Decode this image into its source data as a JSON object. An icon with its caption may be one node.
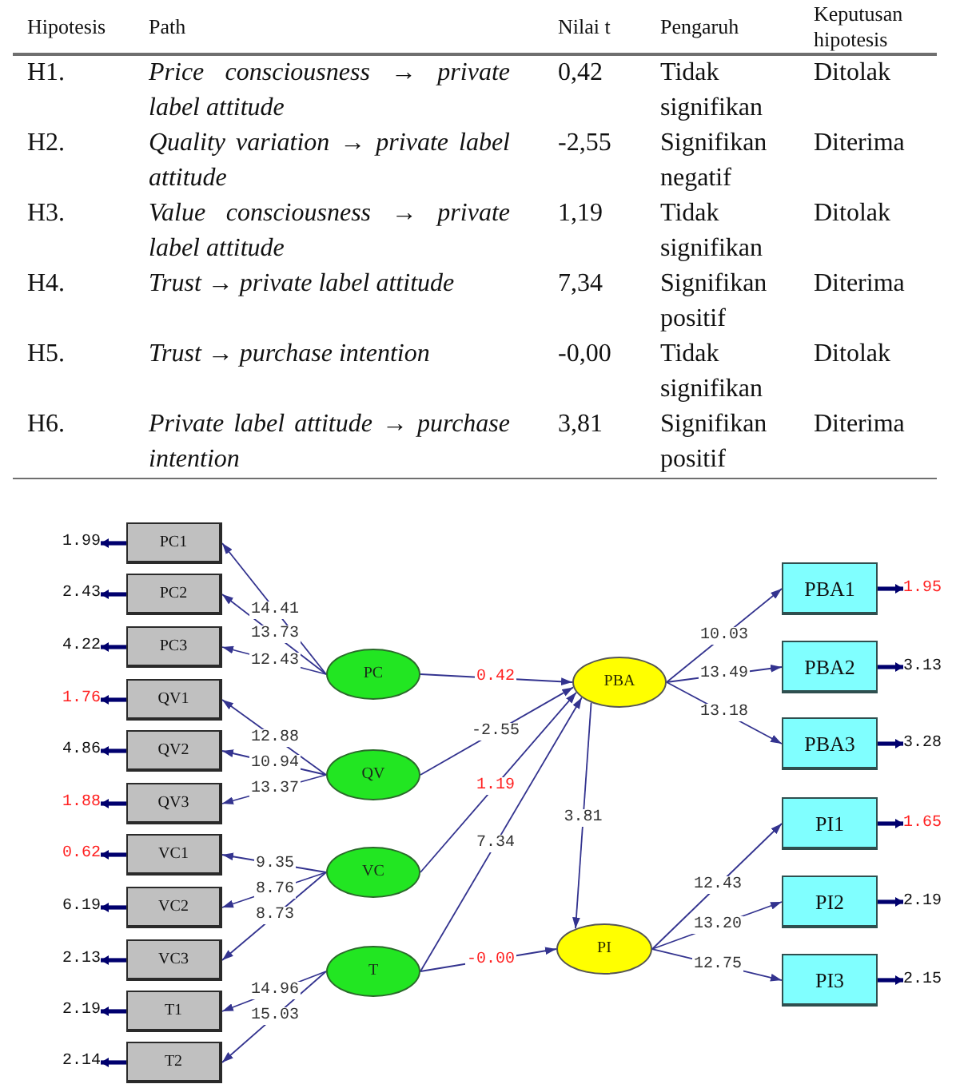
{
  "diagram": {
    "nodes": [
      {
        "text": [
          "1.99"
        ]
      },
      {
        "text": [
          "2.43"
        ]
      },
      {
        "text": [
          "4.22"
        ]
      },
      {
        "text": [
          "1.76"
        ]
      },
      {
        "text": [
          "4.86"
        ]
      },
      {
        "text": [
          "1.88"
        ]
      },
      {
        "text": [
          "0.62"
        ]
      },
      {
        "text": [
          "6.19"
        ]
      },
      {
        "text": [
          "2.13"
        ]
      },
      {
        "text": [
          "2.19"
        ]
      },
      {
        "text": [
          "2.14"
        ]
      },
      {
        "text": [
          "PC1"
        ]
      },
      {
        "text": [
          "PC2"
        ]
      },
      {
        "text": [
          "PC3"
        ]
      },
      {
        "text": [
          "QV1"
        ]
      },
      {
        "text": [
          "QV2"
        ]
      },
      {
        "text": [
          "QV3"
        ]
      },
      {
        "text": [
          "VC1"
        ]
      },
      {
        "text": [
          "VC2"
        ]
      },
      {
        "text": [
          "VC3"
        ]
      },
      {
        "text": [
          "T1"
        ]
      },
      {
        "text": [
          "T2"
        ]
      },
      {
        "text": [
          "PC"
        ]
      },
      {
        "text": [
          "QV"
        ]
      },
      {
        "text": [
          "VC"
        ]
      },
      {
        "text": [
          "T"
        ]
      },
      {
        "text": [
          "PBA"
        ]
      },
      {
        "text": [
          "PI"
        ]
      },
      {
        "text": [
          "PBA1"
        ]
      },
      {
        "text": [
          "PBA2"
        ]
      },
      {
        "text": [
          "PBA3"
        ]
      },
      {
        "text": [
          "PI1"
        ]
      },
      {
        "text": [
          "PI2"
        ]
      },
      {
        "text": [
          "PI3"
        ]
      },
      {
        "text": [
          "1.95"
        ]
      },
      {
        "text": [
          "3.13"
        ]
      },
      {
        "text": [
          "3.28"
        ]
      },
      {
        "text": [
          "1.65"
        ]
      },
      {
        "text": [
          "2.19"
        ]
      },
      {
        "text": [
          "2.15"
        ]
      }
    ],
    "edges": [
      {
        "from": 22,
        "to": 11,
        "arrow": "to",
        "label": "14.41"
      },
      {
        "from": 22,
        "to": 12,
        "arrow": "to",
        "label": "13.73"
      },
      {
        "from": 22,
        "to": 13,
        "arrow": "to",
        "label": "12.43"
      },
      {
        "from": 23,
        "to": 14,
        "arrow": "to",
        "label": "12.88"
      },
      {
        "from": 23,
        "to": 15,
        "arrow": "to",
        "label": "10.94"
      },
      {
        "from": 23,
        "to": 16,
        "arrow": "to",
        "label": "13.37"
      },
      {
        "from": 24,
        "to": 17,
        "arrow": "to",
        "label": "9.35"
      },
      {
        "from": 24,
        "to": 18,
        "arrow": "to",
        "label": "8.76"
      },
      {
        "from": 24,
        "to": 19,
        "arrow": "to",
        "label": "8.73"
      },
      {
        "from": 25,
        "to": 20,
        "arrow": "to",
        "label": "14.96"
      },
      {
        "from": 25,
        "to": 21,
        "arrow": "to",
        "label": "15.03"
      },
      {
        "from": 22,
        "to": 26,
        "arrow": "to",
        "label": "0.42"
      },
      {
        "from": 23,
        "to": 26,
        "arrow": "to",
        "label": "-2.55"
      },
      {
        "from": 24,
        "to": 26,
        "arrow": "to",
        "label": "1.19"
      },
      {
        "from": 25,
        "to": 26,
        "arrow": "to",
        "label": "7.34"
      },
      {
        "from": 25,
        "to": 27,
        "arrow": "to",
        "label": "-0.00"
      },
      {
        "from": 26,
        "to": 27,
        "arrow": "to",
        "label": "3.81"
      },
      {
        "from": 26,
        "to": 28,
        "arrow": "to",
        "label": "10.03"
      },
      {
        "from": 26,
        "to": 29,
        "arrow": "to",
        "label": "13.49"
      },
      {
        "from": 26,
        "to": 30,
        "arrow": "to",
        "label": "13.18"
      },
      {
        "from": 27,
        "to": 31,
        "arrow": "to",
        "label": "12.43"
      },
      {
        "from": 27,
        "to": 32,
        "arrow": "to",
        "label": "13.20"
      },
      {
        "from": 27,
        "to": 33,
        "arrow": "to",
        "label": "12.75"
      },
      {
        "from": 11,
        "to": 0,
        "arrow": "to",
        "style": "thick"
      },
      {
        "from": 12,
        "to": 1,
        "arrow": "to",
        "style": "thick"
      },
      {
        "from": 13,
        "to": 2,
        "arrow": "to",
        "style": "thick"
      },
      {
        "from": 14,
        "to": 3,
        "arrow": "to",
        "style": "thick"
      },
      {
        "from": 15,
        "to": 4,
        "arrow": "to",
        "style": "thick"
      },
      {
        "from": 16,
        "to": 5,
        "arrow": "to",
        "style": "thick"
      },
      {
        "from": 17,
        "to": 6,
        "arrow": "to",
        "style": "thick"
      },
      {
        "from": 18,
        "to": 7,
        "arrow": "to",
        "style": "thick"
      },
      {
        "from": 19,
        "to": 8,
        "arrow": "to",
        "style": "thick"
      },
      {
        "from": 20,
        "to": 9,
        "arrow": "to",
        "style": "thick"
      },
      {
        "from": 21,
        "to": 10,
        "arrow": "to",
        "style": "thick"
      },
      {
        "from": 28,
        "to": 34,
        "arrow": "to",
        "style": "thick"
      },
      {
        "from": 29,
        "to": 35,
        "arrow": "to",
        "style": "thick"
      },
      {
        "from": 30,
        "to": 36,
        "arrow": "to",
        "style": "thick"
      },
      {
        "from": 31,
        "to": 37,
        "arrow": "to",
        "style": "thick"
      },
      {
        "from": 32,
        "to": 38,
        "arrow": "to",
        "style": "thick"
      },
      {
        "from": 33,
        "to": 39,
        "arrow": "to",
        "style": "thick"
      }
    ],
    "labels": [
      "Hipotesis",
      "Path",
      "Nilai t",
      "Pengaruh",
      "Keputusan hipotesis",
      "H1.",
      "Price consciousness → private label attitude",
      "0,42",
      "Tidak signifikan",
      "Ditolak",
      "H2.",
      "Quality variation → private label attitude",
      "-2,55",
      "Signifikan negatif",
      "Diterima",
      "H3.",
      "Value consciousness → private label attitude",
      "1,19",
      "Tidak signifikan",
      "Ditolak",
      "H4.",
      "Trust → private label attitude",
      "7,34",
      "Signifikan positif",
      "Diterima",
      "H5.",
      "Trust → purchase intention",
      "-0,00",
      "Tidak signifikan",
      "Ditolak",
      "H6.",
      "Private label attitude → purchase intention",
      "3,81",
      "Signifikan positif",
      "Diterima"
    ]
  }
}
